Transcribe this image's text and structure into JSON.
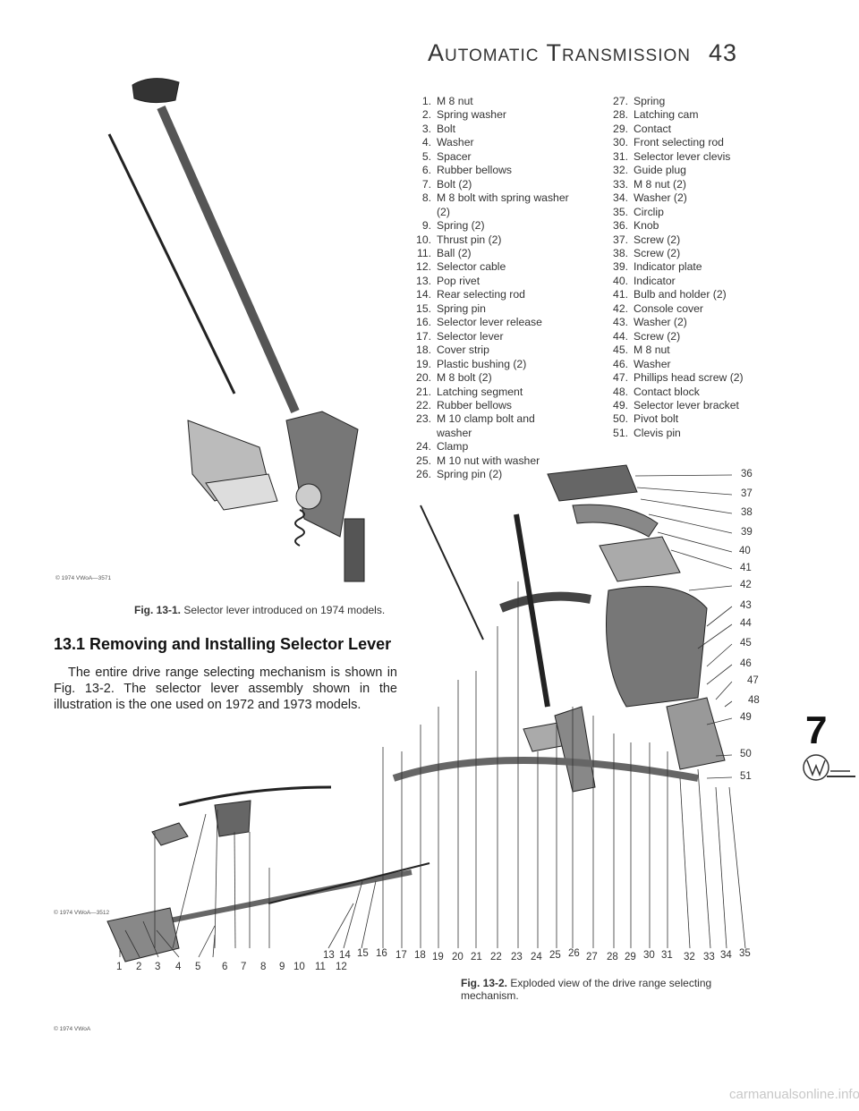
{
  "header": {
    "title": "Automatic Transmission",
    "page_number": "43"
  },
  "parts_left": [
    {
      "n": "1.",
      "t": "M 8 nut"
    },
    {
      "n": "2.",
      "t": "Spring washer"
    },
    {
      "n": "3.",
      "t": "Bolt"
    },
    {
      "n": "4.",
      "t": "Washer"
    },
    {
      "n": "5.",
      "t": "Spacer"
    },
    {
      "n": "6.",
      "t": "Rubber bellows"
    },
    {
      "n": "7.",
      "t": "Bolt (2)"
    },
    {
      "n": "8.",
      "t": "M 8 bolt with spring washer"
    },
    {
      "n": "",
      "t": "(2)"
    },
    {
      "n": "9.",
      "t": "Spring (2)"
    },
    {
      "n": "10.",
      "t": "Thrust pin (2)"
    },
    {
      "n": "11.",
      "t": "Ball (2)"
    },
    {
      "n": "12.",
      "t": "Selector cable"
    },
    {
      "n": "13.",
      "t": "Pop rivet"
    },
    {
      "n": "14.",
      "t": "Rear selecting rod"
    },
    {
      "n": "15.",
      "t": "Spring pin"
    },
    {
      "n": "16.",
      "t": "Selector lever release"
    },
    {
      "n": "17.",
      "t": "Selector lever"
    },
    {
      "n": "18.",
      "t": "Cover strip"
    },
    {
      "n": "19.",
      "t": "Plastic bushing (2)"
    },
    {
      "n": "20.",
      "t": "M 8 bolt (2)"
    },
    {
      "n": "21.",
      "t": "Latching segment"
    },
    {
      "n": "22.",
      "t": "Rubber bellows"
    },
    {
      "n": "23.",
      "t": "M 10 clamp bolt and"
    },
    {
      "n": "",
      "t": "washer"
    },
    {
      "n": "24.",
      "t": "Clamp"
    },
    {
      "n": "25.",
      "t": "M 10 nut with washer"
    },
    {
      "n": "26.",
      "t": "Spring pin (2)"
    }
  ],
  "parts_right": [
    {
      "n": "27.",
      "t": "Spring"
    },
    {
      "n": "28.",
      "t": "Latching cam"
    },
    {
      "n": "29.",
      "t": "Contact"
    },
    {
      "n": "30.",
      "t": "Front selecting rod"
    },
    {
      "n": "31.",
      "t": "Selector lever clevis"
    },
    {
      "n": "32.",
      "t": "Guide plug"
    },
    {
      "n": "33.",
      "t": "M 8 nut (2)"
    },
    {
      "n": "34.",
      "t": "Washer (2)"
    },
    {
      "n": "35.",
      "t": "Circlip"
    },
    {
      "n": "36.",
      "t": "Knob"
    },
    {
      "n": "37.",
      "t": "Screw (2)"
    },
    {
      "n": "38.",
      "t": "Screw (2)"
    },
    {
      "n": "39.",
      "t": "Indicator plate"
    },
    {
      "n": "40.",
      "t": "Indicator"
    },
    {
      "n": "41.",
      "t": "Bulb and holder (2)"
    },
    {
      "n": "42.",
      "t": "Console cover"
    },
    {
      "n": "43.",
      "t": "Washer (2)"
    },
    {
      "n": "44.",
      "t": "Screw (2)"
    },
    {
      "n": "45.",
      "t": "M 8 nut"
    },
    {
      "n": "46.",
      "t": "Washer"
    },
    {
      "n": "47.",
      "t": "Phillips head screw (2)"
    },
    {
      "n": "48.",
      "t": "Contact block"
    },
    {
      "n": "49.",
      "t": "Selector lever bracket"
    },
    {
      "n": "50.",
      "t": "Pivot bolt"
    },
    {
      "n": "51.",
      "t": "Clevis pin"
    }
  ],
  "fig1": {
    "copyright": "© 1974 VWoA—3571",
    "caption_label": "Fig. 13-1.",
    "caption_text": "Selector lever introduced on 1974 models."
  },
  "section": {
    "heading": "13.1 Removing and Installing Selector Lever",
    "paragraph": "The entire drive range selecting mechanism is shown in Fig. 13-2. The selector lever assembly shown in the illustration is the one used on 1972 and 1973 models."
  },
  "fig2": {
    "copyright": "© 1974 VWoA—3512",
    "caption_label": "Fig. 13-2.",
    "caption_text": "Exploded view of the drive range selecting mechanism.",
    "right_callouts": [
      "36",
      "37",
      "38",
      "39",
      "40",
      "41",
      "42",
      "43",
      "44",
      "45",
      "46",
      "47",
      "48",
      "49",
      "50",
      "51"
    ],
    "bottom_callouts_left": [
      "1",
      "2",
      "3",
      "4",
      "5",
      "6",
      "7",
      "8",
      "9",
      "10",
      "11",
      "12"
    ],
    "bottom_callouts_right": [
      "13",
      "14",
      "15",
      "16",
      "17",
      "18",
      "19",
      "20",
      "21",
      "22",
      "23",
      "24",
      "25",
      "26",
      "27",
      "28",
      "29",
      "30",
      "31",
      "32",
      "33",
      "34",
      "35"
    ]
  },
  "page_copyright": "© 1974 VWoA",
  "chapter_tab": "7",
  "footer": "carmanualsonline.info"
}
